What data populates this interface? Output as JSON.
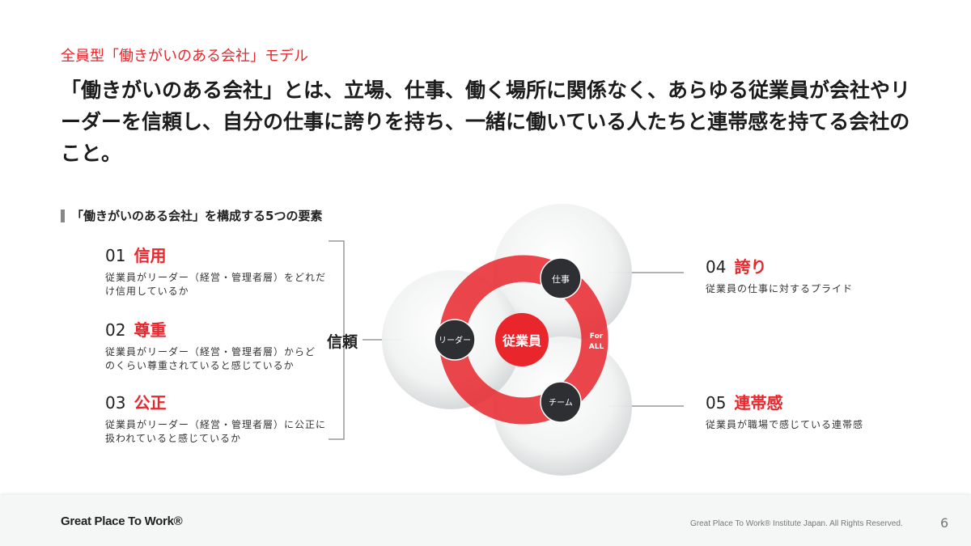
{
  "subtitle": "全員型「働きがいのある会社」モデル",
  "headline": "「働きがいのある会社」とは、立場、仕事、働く場所に関係なく、あらゆる従業員が会社やリーダーを信頼し、自分の仕事に誇りを持ち、一緒に働いている人たちと連帯感を持てる会社のこと。",
  "section_title": "「働きがいのある会社」を構成する5つの要素",
  "elements": [
    {
      "num": "01",
      "name": "信用",
      "desc": "従業員がリーダー（経営・管理者層）をどれだけ信用しているか"
    },
    {
      "num": "02",
      "name": "尊重",
      "desc": "従業員がリーダー（経営・管理者層）からどのくらい尊重されていると感じているか"
    },
    {
      "num": "03",
      "name": "公正",
      "desc": "従業員がリーダー（経営・管理者層）に公正に扱われていると感じているか"
    },
    {
      "num": "04",
      "name": "誇り",
      "desc": "従業員の仕事に対するプライド"
    },
    {
      "num": "05",
      "name": "連帯感",
      "desc": "従業員が職場で感じている連帯感"
    }
  ],
  "diagram": {
    "trust": "信頼",
    "center": "従業員",
    "work": "仕事",
    "leader": "リーダー",
    "team": "チーム",
    "for": "For",
    "all": "ALL",
    "accent": "#e8262c",
    "node": "#2d2f33"
  },
  "footer": {
    "logo": "Great Place To Work®",
    "copyright": "Great Place To Work® Institute Japan. All Rights Reserved.",
    "page": "6"
  }
}
